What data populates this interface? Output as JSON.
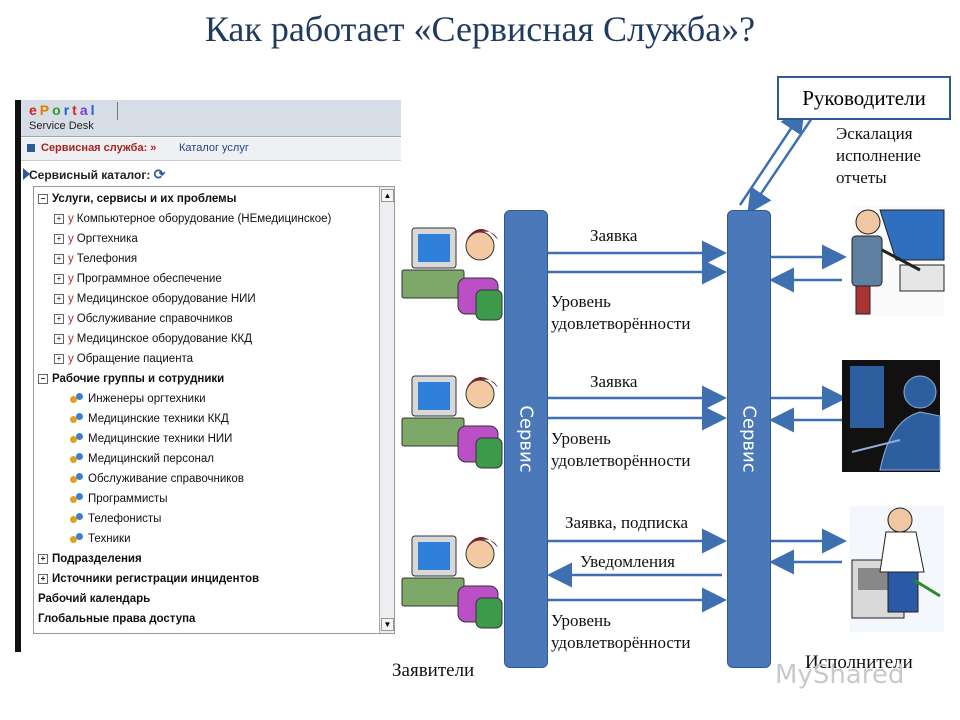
{
  "title": "Как работает «Сервисная Служба»?",
  "portal": {
    "logo": "ePortal",
    "logo_letters": [
      "e",
      "P",
      "o",
      "r",
      "t",
      "a",
      "l"
    ],
    "logo_colors": [
      "#cc2222",
      "#e07b00",
      "#2a9d2a",
      "#1c5fd6",
      "#d22",
      "#7a3dc2",
      "#1c5fd6"
    ],
    "subtitle": "Service Desk",
    "breadcrumb_root": "Сервисная служба: »",
    "breadcrumb_current": "Каталог услуг",
    "catalog_title": "Сервисный каталог:",
    "tree": [
      {
        "text": "Услуги, сервисы и их проблемы",
        "level": 0,
        "expander": "−",
        "bold": true
      },
      {
        "text": "Компьютерное оборудование (НЕмедицинское)",
        "level": 1,
        "expander": "+",
        "marker": "у"
      },
      {
        "text": "Оргтехника",
        "level": 1,
        "expander": "+",
        "marker": "у"
      },
      {
        "text": "Телефония",
        "level": 1,
        "expander": "+",
        "marker": "у"
      },
      {
        "text": "Программное обеспечение",
        "level": 1,
        "expander": "+",
        "marker": "у"
      },
      {
        "text": "Медицинское оборудование НИИ",
        "level": 1,
        "expander": "+",
        "marker": "у"
      },
      {
        "text": "Обслуживание справочников",
        "level": 1,
        "expander": "+",
        "marker": "у"
      },
      {
        "text": "Медицинское оборудование ККД",
        "level": 1,
        "expander": "+",
        "marker": "у"
      },
      {
        "text": "Обращение пациента",
        "level": 1,
        "expander": "+",
        "marker": "у"
      },
      {
        "text": "Рабочие группы и сотрудники",
        "level": 0,
        "expander": "−",
        "bold": true
      },
      {
        "text": "Инженеры оргтехники",
        "level": 2,
        "icon": "people-icon"
      },
      {
        "text": "Медицинские техники ККД",
        "level": 2,
        "icon": "people-icon"
      },
      {
        "text": "Медицинские техники НИИ",
        "level": 2,
        "icon": "people-icon"
      },
      {
        "text": "Медицинский персонал",
        "level": 2,
        "icon": "people-icon"
      },
      {
        "text": "Обслуживание справочников",
        "level": 2,
        "icon": "people-icon"
      },
      {
        "text": "Программисты",
        "level": 2,
        "icon": "people-icon"
      },
      {
        "text": "Телефонисты",
        "level": 2,
        "icon": "people-icon"
      },
      {
        "text": "Техники",
        "level": 2,
        "icon": "people-icon"
      },
      {
        "text": "Подразделения",
        "level": 0,
        "expander": "+",
        "bold": true
      },
      {
        "text": "Источники регистрации инцидентов",
        "level": 0,
        "expander": "+",
        "bold": true
      },
      {
        "text": "Рабочий календарь",
        "level": 0,
        "bold": true
      },
      {
        "text": "Глобальные права доступа",
        "level": 0,
        "bold": true
      }
    ]
  },
  "diagram": {
    "service_label_left": "Сервис",
    "service_label_right": "Сервис",
    "managers": "Руководители",
    "escalation": [
      "Эскалация",
      "исполнение",
      "отчеты"
    ],
    "request": "Заявка",
    "satisfaction": [
      "Уровень",
      "удовлетворённости"
    ],
    "request_subscription": "Заявка, подписка",
    "notifications": "Уведомления",
    "requesters": "Заявители",
    "executors": "Исполнители"
  },
  "watermark": "MyShared",
  "colors": {
    "pillar": "#4a78b8",
    "arrow": "#3e6fb0",
    "title": "#1f3a5f"
  }
}
